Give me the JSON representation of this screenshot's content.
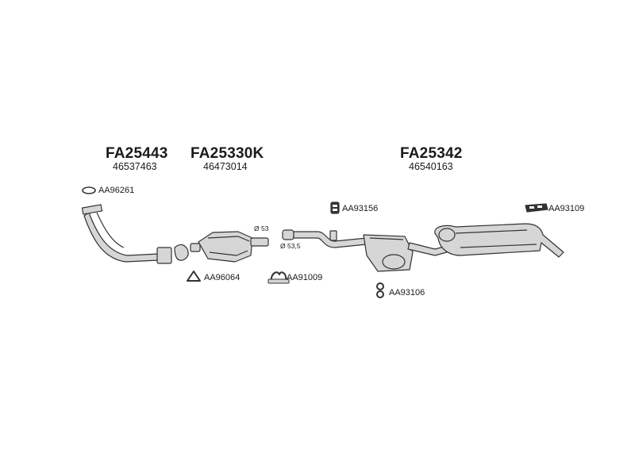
{
  "assemblies": [
    {
      "code": "FA25443",
      "oe": "46537463"
    },
    {
      "code": "FA25330K",
      "oe": "46473014"
    },
    {
      "code": "FA25342",
      "oe": "46540163"
    }
  ],
  "parts": [
    "AA96261",
    "AA96064",
    "AA91009",
    "AA93156",
    "AA93106",
    "AA93109"
  ],
  "diameters": [
    "Ø 53",
    "Ø 53,5"
  ],
  "colors": {
    "line": "#333333",
    "fill": "#d6d6d6",
    "text": "#1a1a1a"
  }
}
